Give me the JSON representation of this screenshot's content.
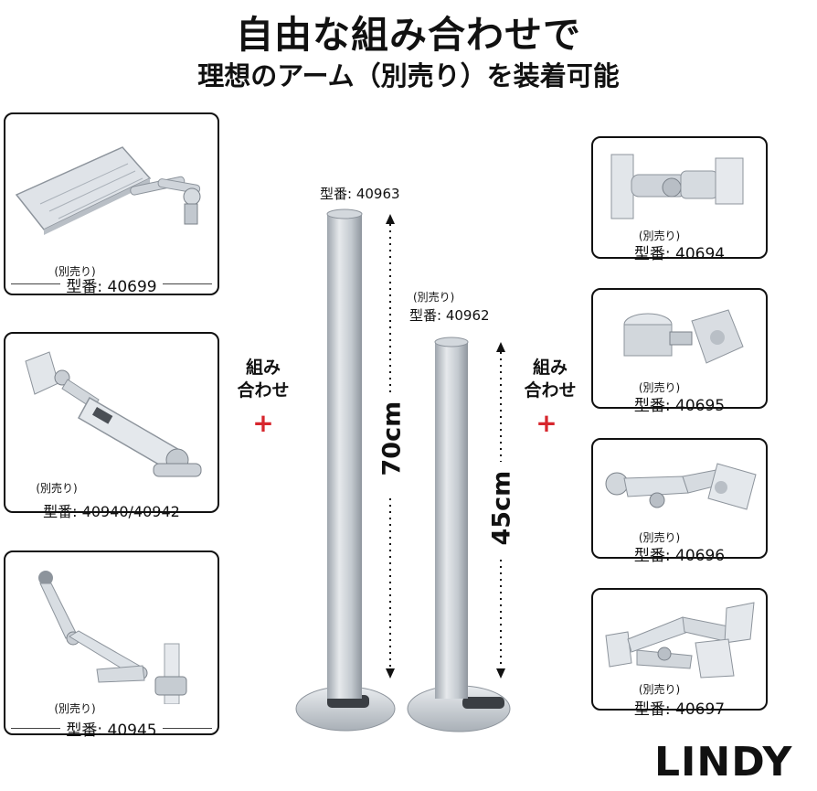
{
  "header": {
    "title": "自由な組み合わせで",
    "subtitle": "理想のアーム（別売り）を装着可能"
  },
  "left_cards": [
    {
      "note": "(別売り)",
      "model": "型番: 40699",
      "icon": "laptop-tray-arm"
    },
    {
      "note": "(別売り)",
      "model": "型番: 40940/40942",
      "icon": "gas-spring-arm"
    },
    {
      "note": "(別売り)",
      "model": "型番: 40945",
      "icon": "long-articulating-arm"
    }
  ],
  "right_cards": [
    {
      "note": "(別売り)",
      "model": "型番: 40694",
      "icon": "short-wall-bracket"
    },
    {
      "note": "(別売り)",
      "model": "型番: 40695",
      "icon": "pole-clamp-bracket"
    },
    {
      "note": "(別売り)",
      "model": "型番: 40696",
      "icon": "double-link-arm"
    },
    {
      "note": "(別売り)",
      "model": "型番: 40697",
      "icon": "dual-monitor-arm"
    }
  ],
  "combine": {
    "line1": "組み",
    "line2": "合わせ",
    "plus": "+"
  },
  "poles": {
    "tall": {
      "model": "型番: 40963",
      "length": "70cm"
    },
    "short": {
      "note": "(別売り)",
      "model": "型番: 40962",
      "length": "45cm"
    }
  },
  "brand": {
    "logo": "LINDY"
  },
  "colors": {
    "accent": "#d7262d",
    "metal": "#c8cdd3"
  }
}
